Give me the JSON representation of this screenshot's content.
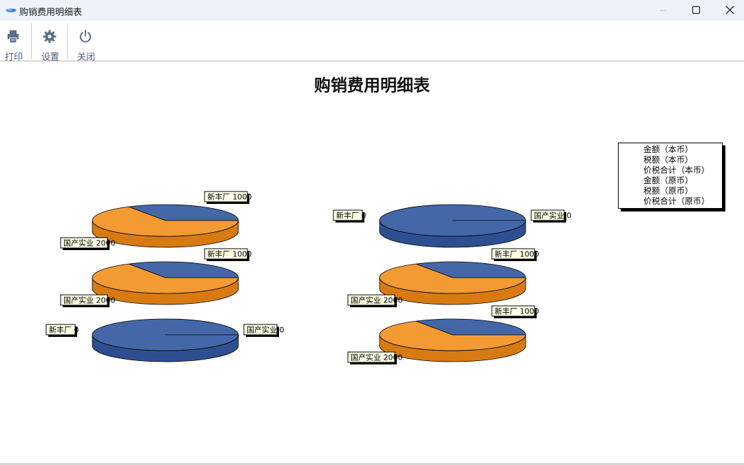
{
  "window": {
    "title": "购销费用明细表",
    "controls": [
      "minimize",
      "maximize",
      "close"
    ]
  },
  "toolbar": {
    "buttons": [
      {
        "label": "打印",
        "icon": "printer-icon"
      },
      {
        "label": "设置",
        "icon": "gear-icon"
      },
      {
        "label": "关闭",
        "icon": "power-icon"
      }
    ]
  },
  "report": {
    "title": "购销费用明细表"
  },
  "colors": {
    "blue": "#4467a8",
    "blue_side": "#2e4f8f",
    "orange": "#f39a33",
    "orange_side": "#d87a12"
  },
  "chart_data": [
    {
      "type": "pie",
      "series": "金额（本币）",
      "slices": [
        {
          "label": "新丰厂",
          "value": 1000
        },
        {
          "label": "国产实业",
          "value": 2000
        }
      ]
    },
    {
      "type": "pie",
      "series": "税额（本币）",
      "slices": [
        {
          "label": "新丰厂",
          "value": 0
        },
        {
          "label": "国产实业",
          "value": 0
        }
      ]
    },
    {
      "type": "pie",
      "series": "价税合计（本币）",
      "slices": [
        {
          "label": "新丰厂",
          "value": 1000
        },
        {
          "label": "国产实业",
          "value": 2000
        }
      ]
    },
    {
      "type": "pie",
      "series": "金额（原币）",
      "slices": [
        {
          "label": "新丰厂",
          "value": 1000
        },
        {
          "label": "国产实业",
          "value": 2000
        }
      ]
    },
    {
      "type": "pie",
      "series": "税额（原币）",
      "slices": [
        {
          "label": "新丰厂",
          "value": 0
        },
        {
          "label": "国产实业",
          "value": 0
        }
      ]
    },
    {
      "type": "pie",
      "series": "价税合计（原币）",
      "slices": [
        {
          "label": "新丰厂",
          "value": 1000
        },
        {
          "label": "国产实业",
          "value": 2000
        }
      ]
    }
  ],
  "legend": {
    "items": [
      "金额（本币）",
      "税额（本币）",
      "价税合计（本币）",
      "金额（原币）",
      "税额（原币）",
      "价税合计（原币）"
    ]
  }
}
